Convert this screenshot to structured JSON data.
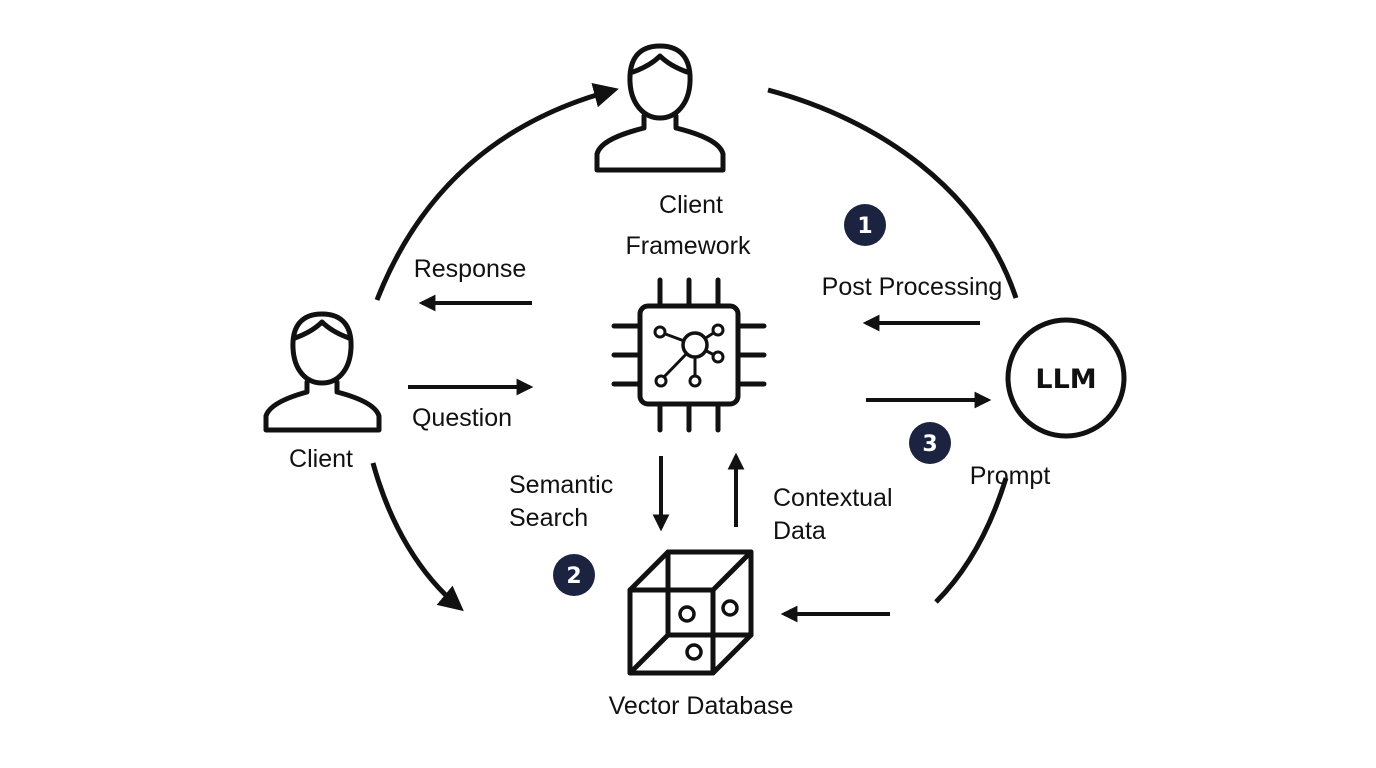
{
  "colors": {
    "stroke": "#111111",
    "badge_fill": "#1b2341",
    "badge_text": "#ffffff",
    "background": "#ffffff"
  },
  "nodes": {
    "client_top": {
      "label_line1": "Client",
      "label_line2": "Framework",
      "icon": "person-icon"
    },
    "client_left": {
      "label": "Client",
      "icon": "person-icon"
    },
    "framework": {
      "icon": "chip-network-icon"
    },
    "llm": {
      "label": "LLM"
    },
    "vector_db": {
      "label": "Vector Database",
      "icon": "cube-icon"
    }
  },
  "edges": {
    "response": "Response",
    "question": "Question",
    "post_processing": "Post Processing",
    "prompt": "Prompt",
    "semantic_search_line1": "Semantic",
    "semantic_search_line2": "Search",
    "contextual_data_line1": "Contextual",
    "contextual_data_line2": "Data"
  },
  "steps": [
    {
      "number": "1"
    },
    {
      "number": "2"
    },
    {
      "number": "3"
    }
  ]
}
